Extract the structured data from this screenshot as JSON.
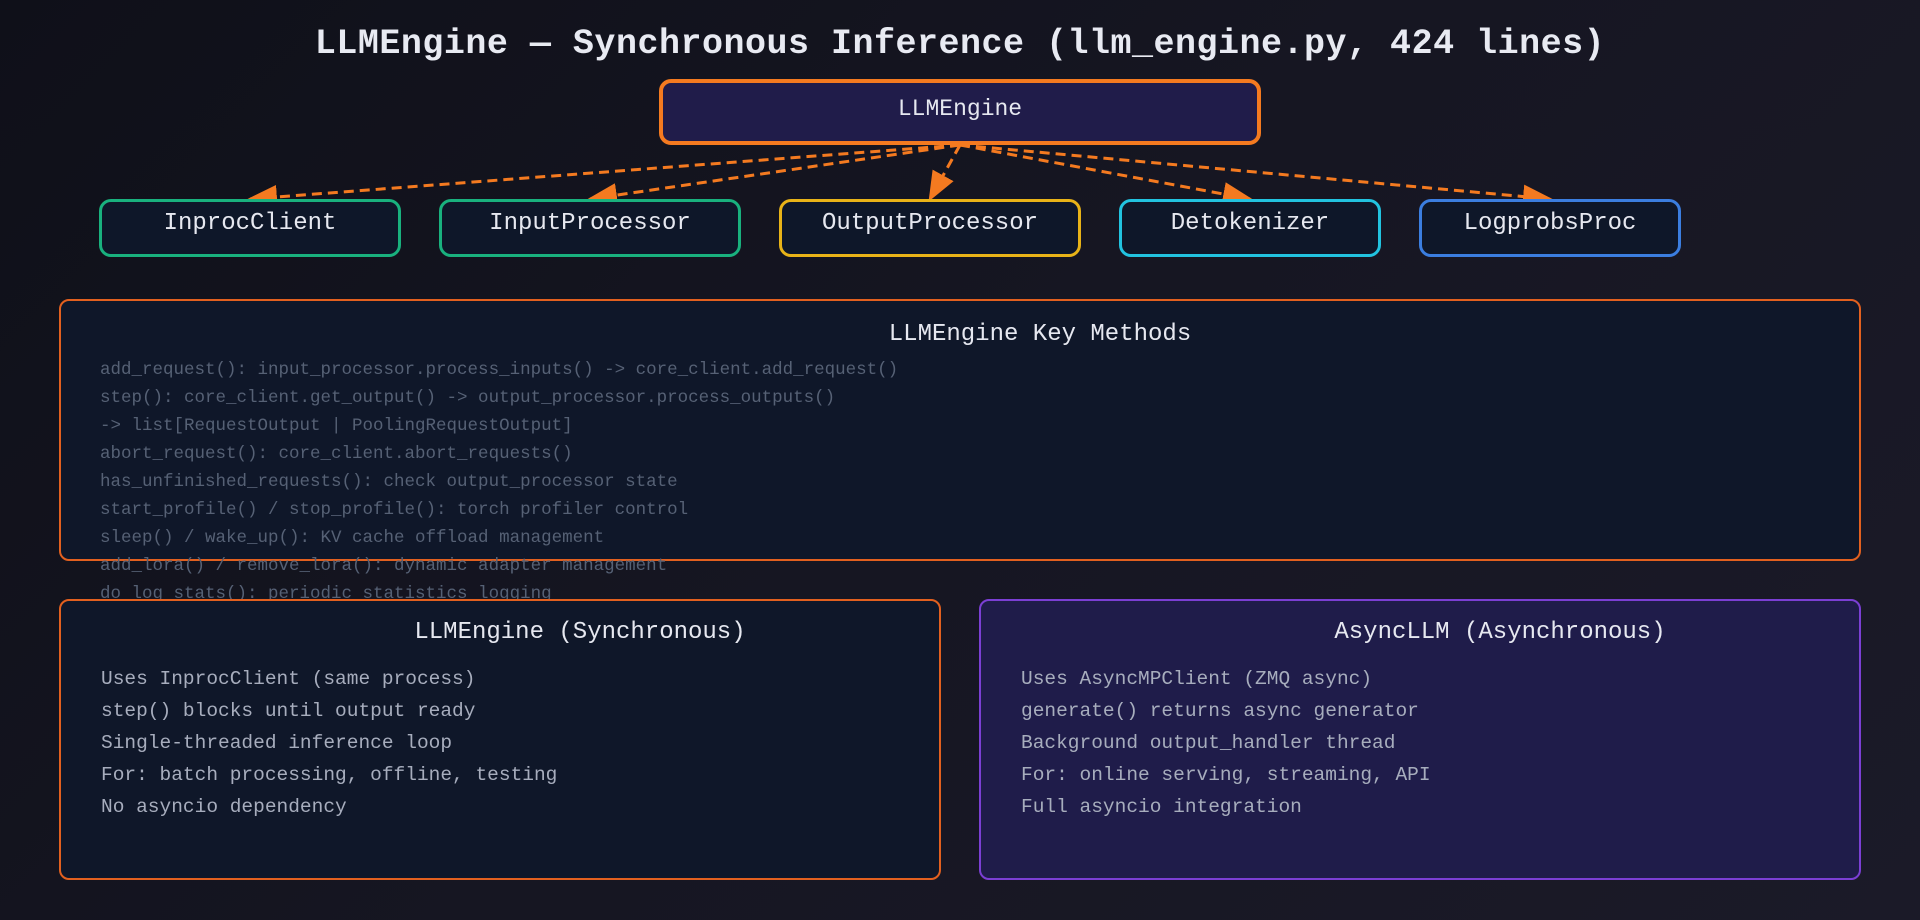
{
  "title": "LLMEngine — Synchronous Inference (llm_engine.py, 424 lines)",
  "root": {
    "label": "LLMEngine",
    "border_color": "#f47a20",
    "fill": "#201c4a"
  },
  "children": [
    {
      "label": "InprocClient",
      "border_color": "#19b17e"
    },
    {
      "label": "InputProcessor",
      "border_color": "#19b17e"
    },
    {
      "label": "OutputProcessor",
      "border_color": "#e8b318"
    },
    {
      "label": "Detokenizer",
      "border_color": "#22c3e0"
    },
    {
      "label": "LogprobsProc",
      "border_color": "#3b7ee0"
    }
  ],
  "edge_color": "#f47a20",
  "methods": {
    "title": "LLMEngine Key Methods",
    "lines": [
      "add_request(): input_processor.process_inputs() -> core_client.add_request()",
      "step(): core_client.get_output() -> output_processor.process_outputs()",
      "-> list[RequestOutput | PoolingRequestOutput]",
      "abort_request(): core_client.abort_requests()",
      "has_unfinished_requests(): check output_processor state",
      "start_profile() / stop_profile(): torch profiler control",
      "sleep() / wake_up(): KV cache offload management",
      "add_lora() / remove_lora(): dynamic adapter management",
      "do_log_stats(): periodic statistics logging"
    ]
  },
  "sync_panel": {
    "title": "LLMEngine (Synchronous)",
    "lines": [
      "Uses InprocClient (same process)",
      "step() blocks until output ready",
      "Single-threaded inference loop",
      "For: batch processing, offline, testing",
      "No asyncio dependency"
    ]
  },
  "async_panel": {
    "title": "AsyncLLM (Asynchronous)",
    "lines": [
      "Uses AsyncMPClient (ZMQ async)",
      "generate() returns async generator",
      "Background output_handler thread",
      "For: online serving, streaming, API",
      "Full asyncio integration"
    ]
  }
}
